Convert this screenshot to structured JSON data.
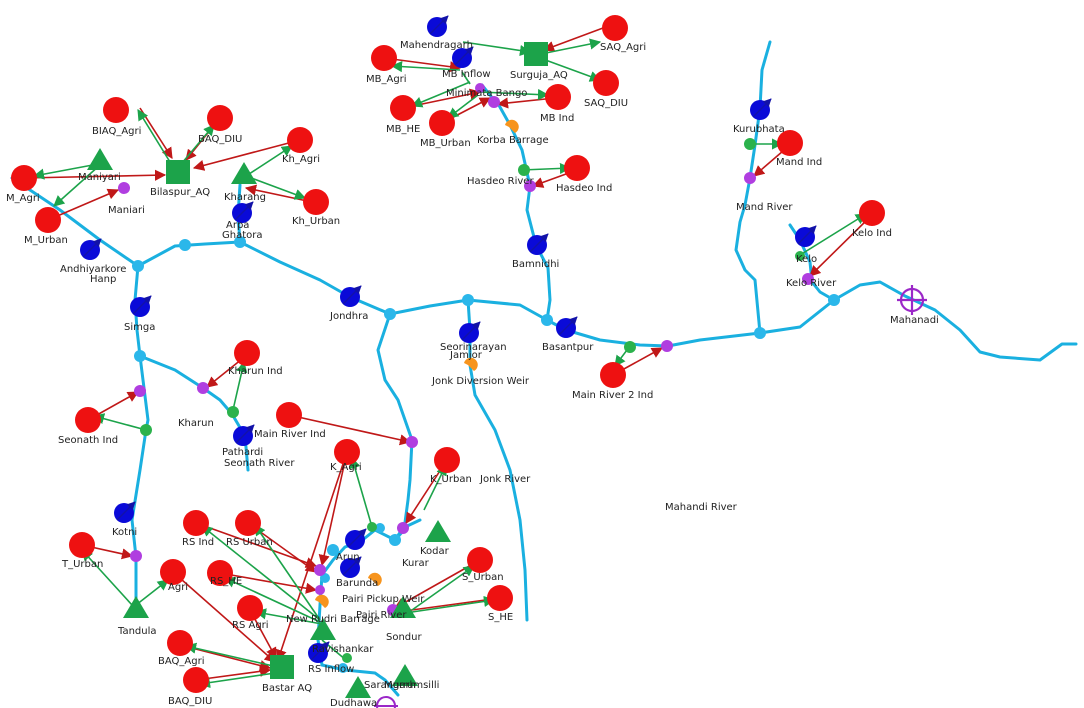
{
  "colors": {
    "river": "#1ab0e0",
    "node_light": "#2bb7ea",
    "demand": "#ee1111",
    "reservoir": "#0a0ad8",
    "aquifer_triangle": "#1ca34a",
    "return_link": "#1ca34a",
    "supply_link": "#c01818",
    "diversion": "#f7941d",
    "gauge": "#b03ee0",
    "ground_small": "#2bb24c",
    "outlet": "#9b27c8"
  },
  "icons": {
    "demand": "red-circle",
    "reservoir": "blue-circle-with-arrow",
    "aquifer": "green-triangle",
    "aquifer_store": "green-square",
    "diversion": "orange-half-circle",
    "gauge": "purple-dot",
    "outlet": "crosshair"
  },
  "labels": {
    "mahendragarh": "Mahendragarh",
    "saq_agri": "SAQ_Agri",
    "mb_agri": "MB_Agri",
    "mb_inflow": "MB Inflow",
    "surguja_aq": "Surguja_AQ",
    "minimata_bango": "Minimata Bango",
    "saq_diu": "SAQ_DIU",
    "mb_he": "MB_HE",
    "mb_ind": "MB Ind",
    "mb_urban": "MB_Urban",
    "korba_barrage": "Korba Barrage",
    "biaq_agri": "BIAQ_Agri",
    "baq_diu_top": "BAQ_DIU",
    "hasdeo_river": "Hasdeo River",
    "hasdeo_ind": "Hasdeo Ind",
    "kurubhata": "Kurubhata",
    "mand_ind": "Mand Ind",
    "kh_agri": "Kh_Agri",
    "m_agri": "M_Agri",
    "maniyari": "Maniyari",
    "bilaspur_aq": "Bilaspur_AQ",
    "kharang": "Kharang",
    "maniari": "Maniari",
    "mand_river": "Mand River",
    "kh_urban": "Kh_Urban",
    "m_urban": "M_Urban",
    "kelo_ind": "Kelo Ind",
    "kelo": "Kelo",
    "kelo_river": "Kelo River",
    "arpa": "Arpa",
    "ghatora": "Ghatora",
    "andhiyarkore": "Andhiyarkore",
    "hanp": "Hanp",
    "bamnidhi": "Bamnidhi",
    "mahanadi": "Mahanadi",
    "simga": "Simga",
    "jondhra": "Jondhra",
    "seorinarayan": "Seorinarayan",
    "basantpur": "Basantpur",
    "jamjor": "Jamjor",
    "jonk_diversion_weir": "Jonk Diversion Weir",
    "kharun_ind": "Kharun Ind",
    "main_river_2_ind": "Main River 2 Ind",
    "kharun": "Kharun",
    "seonath_ind": "Seonath Ind",
    "main_river_ind": "Main River Ind",
    "pathardi": "Pathardi",
    "seonath_river": "Seonath River",
    "jonk_river": "Jonk River",
    "k_agri": "K_Agri",
    "k_urban": "K_Urban",
    "mahandi_river": "Mahandi River",
    "kotni": "Kotni",
    "rs_ind": "RS Ind",
    "rs_urban": "RS Urban",
    "kodar": "Kodar",
    "t_urban": "T_Urban",
    "arun": "Arun",
    "kurar": "Kurar",
    "agri": "Agri",
    "rs_he": "RS_HE",
    "barunda": "Barunda",
    "s_urban": "S_Urban",
    "pairi_pickup_weir": "Pairi Pickup Weir",
    "pairi_river": "Pairi River",
    "s_he": "S_HE",
    "rs_agri": "RS Agri",
    "new_rudri_barrage": "New Rudri Barrage",
    "sondur": "Sondur",
    "tandula": "Tandula",
    "baq_agri": "BAQ_Agri",
    "ravishankar": "Ravishankar",
    "rs_inflow": "RS Inflow",
    "bastar_aq": "Bastar AQ",
    "sarangarh": "Sarangarh",
    "murrumsilli": "Murrumsilli",
    "baq_diu_bottom": "BAQ_DIU",
    "dudhawa": "Dudhawa"
  }
}
